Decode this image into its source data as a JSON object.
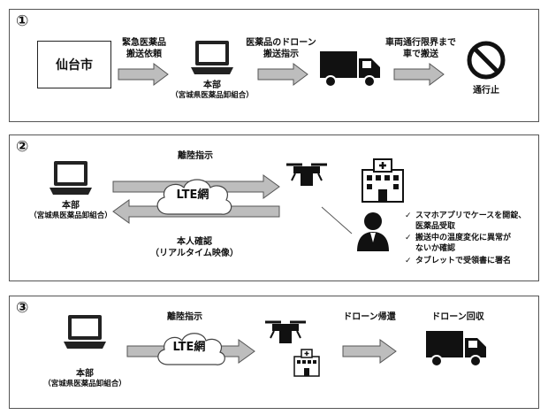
{
  "panel1": {
    "number": "①",
    "city": "仙台市",
    "arrow1_label": "緊急医薬品\n搬送依頼",
    "hq_label": "本部",
    "hq_sub": "（宮城県医薬品卸組合）",
    "arrow2_label": "医薬品のドローン\n搬送指示",
    "arrow3_label": "車両通行限界まで\n車で搬送",
    "no_entry_label": "通行止"
  },
  "panel2": {
    "number": "②",
    "hq_label": "本部",
    "hq_sub": "（宮城県医薬品卸組合）",
    "top_label": "離陸指示",
    "cloud_label": "LTE網",
    "bottom_label": "本人確認\n（リアルタイム映像）",
    "checks": [
      "スマホアプリでケースを開錠、\n医薬品受取",
      "搬送中の温度変化に異常が\nないか確認",
      "タブレットで受領書に署名"
    ]
  },
  "panel3": {
    "number": "③",
    "hq_label": "本部",
    "hq_sub": "（宮城県医薬品卸組合）",
    "top_label": "離陸指示",
    "cloud_label": "LTE網",
    "return_label": "ドローン帰還",
    "collect_label": "ドローン回収"
  }
}
